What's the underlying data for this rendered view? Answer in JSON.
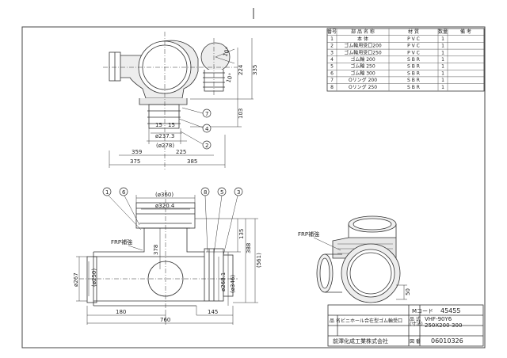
{
  "parts_table": {
    "headers": [
      "番号",
      "部 品 名 称",
      "材 質",
      "数量",
      "備 考"
    ],
    "rows": [
      {
        "no": "1",
        "name": "本 体",
        "material": "P V C",
        "qty": "1",
        "note": ""
      },
      {
        "no": "2",
        "name": "ゴム輪用受口200",
        "material": "P V C",
        "qty": "1",
        "note": ""
      },
      {
        "no": "3",
        "name": "ゴム輪用受口250",
        "material": "P V C",
        "qty": "1",
        "note": ""
      },
      {
        "no": "4",
        "name": "ゴム輪 200",
        "material": "S B R",
        "qty": "1",
        "note": ""
      },
      {
        "no": "5",
        "name": "ゴム輪 250",
        "material": "S B R",
        "qty": "1",
        "note": ""
      },
      {
        "no": "6",
        "name": "ゴム輪 300",
        "material": "S B R",
        "qty": "1",
        "note": ""
      },
      {
        "no": "7",
        "name": "Oリング 200",
        "material": "S B R",
        "qty": "1",
        "note": ""
      },
      {
        "no": "8",
        "name": "Oリング 250",
        "material": "S B R",
        "qty": "1",
        "note": ""
      }
    ]
  },
  "top_view": {
    "dims": {
      "d224": "224",
      "d335": "335",
      "d103": "103",
      "d10": "10°",
      "d10b": "10°",
      "d15a": "15",
      "d15b": "15",
      "phi2373": "ø237.3",
      "phi278": "(ø278)",
      "d359": "359",
      "d225": "225",
      "d375": "375",
      "d385": "385"
    },
    "balloons": [
      "7",
      "4",
      "2"
    ]
  },
  "front_view": {
    "dims": {
      "phi360": "(ø360)",
      "phi3204": "ø320.4",
      "d378": "378",
      "d135": "135",
      "d388": "388",
      "d561": "(561)",
      "phi267": "ø267",
      "phi250": "(ø250)",
      "phi2681": "ø268.1",
      "phi346": "(ø346)",
      "d180": "180",
      "d145": "145",
      "d760": "760"
    },
    "frp_label": "FRP補強",
    "balloons": [
      "1",
      "6",
      "8",
      "5",
      "3"
    ]
  },
  "iso_view": {
    "label": "FRP補強",
    "dim50": "50"
  },
  "title_block": {
    "mcode_label": "Mコード",
    "mcode_value": "45455",
    "name_label": "品 名",
    "name_value": "ビニホール合在型ゴム輪受口",
    "model_label": "品 式",
    "model_label_sub": "(寸法)",
    "model_value": "VHF-90Y6",
    "model_size": "250X200-300",
    "company": "前澤化成工業株式会社",
    "docno_label": "図 番",
    "docno_value": "06010326"
  }
}
